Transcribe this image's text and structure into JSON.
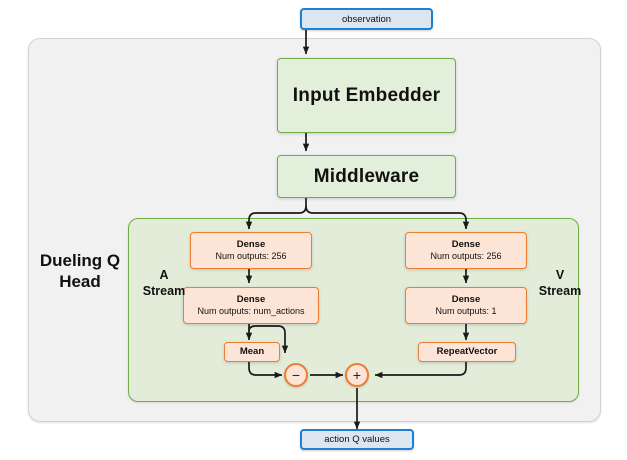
{
  "diagram": {
    "title_label": "Dueling Q Head",
    "input": {
      "label": "observation"
    },
    "output": {
      "label": "action Q values"
    },
    "modules": [
      {
        "name": "input-embedder",
        "label": "Input Embedder"
      },
      {
        "name": "middleware",
        "label": "Middleware"
      }
    ],
    "streams": [
      {
        "name": "a-stream",
        "label_line1": "A",
        "label_line2": "Stream",
        "nodes": [
          {
            "name": "dense-1",
            "title": "Dense",
            "detail": "Num outputs: 256"
          },
          {
            "name": "dense-2",
            "title": "Dense",
            "detail": "Num outputs: num_actions"
          },
          {
            "name": "mean",
            "title": "Mean",
            "detail": ""
          }
        ]
      },
      {
        "name": "v-stream",
        "label_line1": "V",
        "label_line2": "Stream",
        "nodes": [
          {
            "name": "dense-1",
            "title": "Dense",
            "detail": "Num outputs: 256"
          },
          {
            "name": "dense-2",
            "title": "Dense",
            "detail": "Num outputs: 1"
          },
          {
            "name": "repeat-vector",
            "title": "RepeatVector",
            "detail": ""
          }
        ]
      }
    ],
    "operators": [
      {
        "name": "subtract-operator",
        "symbol": "−"
      },
      {
        "name": "add-operator",
        "symbol": "+"
      }
    ],
    "colors": {
      "io_border": "#1f7fd0",
      "io_fill": "#dce6f1",
      "module_border": "#70ad47",
      "module_fill": "#e2efda",
      "op_border": "#ed7d31",
      "op_fill": "#fce4d6",
      "panel_fill": "#f1f1f1",
      "green_panel_fill": "#e2ecd8",
      "arrow": "#1a1a1a"
    }
  }
}
